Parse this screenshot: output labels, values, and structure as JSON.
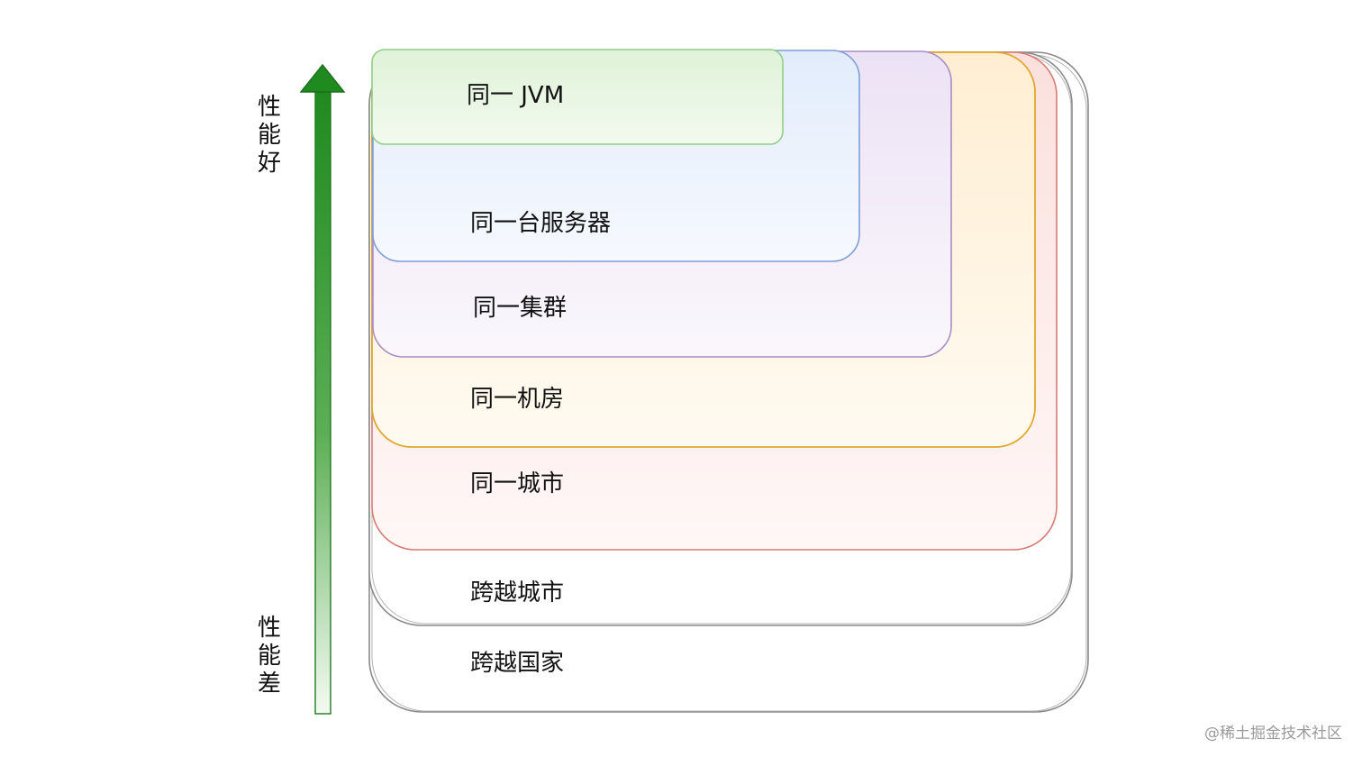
{
  "axis": {
    "top_label": [
      "性",
      "能",
      "好"
    ],
    "bottom_label": [
      "性",
      "能",
      "差"
    ],
    "arrow_color": "#2e8b2e"
  },
  "tiers": [
    {
      "label": "同一 JVM",
      "stroke": "#8fcf86",
      "fill": "#e3f4dd"
    },
    {
      "label": "同一台服务器",
      "stroke": "#7d9fd6",
      "fill": "#e6effc"
    },
    {
      "label": "同一集群",
      "stroke": "#a98bc9",
      "fill": "#efe6f6"
    },
    {
      "label": "同一机房",
      "stroke": "#e0a82a",
      "fill": "#fff2dc"
    },
    {
      "label": "同一城市",
      "stroke": "#d97a74",
      "fill": "#fbe4e2"
    },
    {
      "label": "跨越城市",
      "stroke": "#8a8a8a",
      "fill": "#ffffff"
    },
    {
      "label": "跨越国家",
      "stroke": "#8a8a8a",
      "fill": "#ffffff"
    }
  ],
  "watermark": "@稀土掘金技术社区"
}
